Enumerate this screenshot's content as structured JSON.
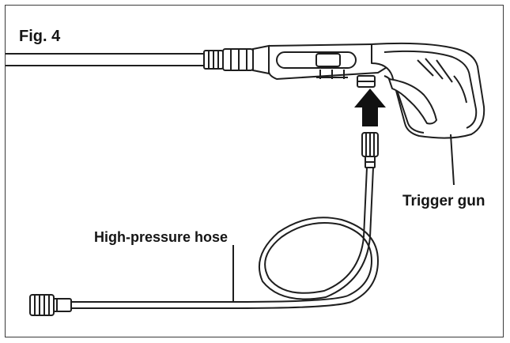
{
  "figure": {
    "title": "Fig. 4"
  },
  "labels": {
    "trigger_gun": "Trigger gun",
    "high_pressure_hose": "High-pressure hose"
  },
  "colors": {
    "line": "#1e1e1e",
    "frame": "#3a3a3a",
    "arrow": "#111111",
    "background": "#ffffff"
  },
  "icons": {
    "arrow": "arrow-up-icon",
    "gun": "trigger-gun-icon",
    "hose": "hose-icon"
  }
}
